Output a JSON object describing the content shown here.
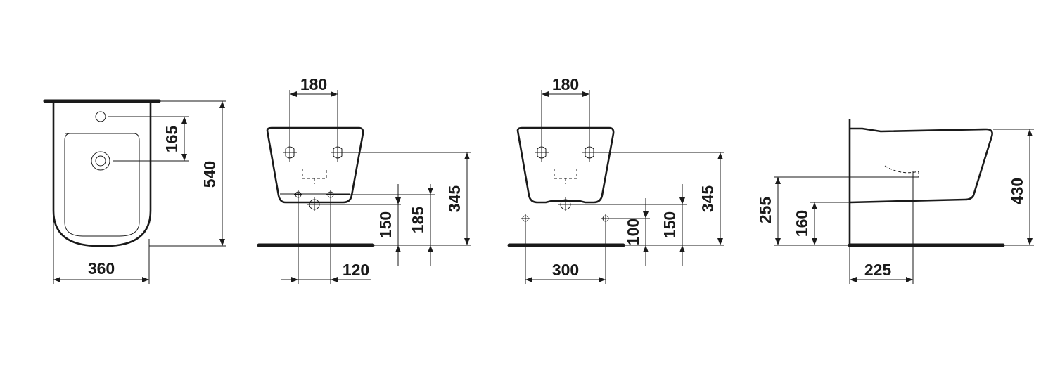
{
  "views": {
    "front": {
      "width": "360",
      "height": "540",
      "tap_hole": "165"
    },
    "top_a": {
      "bolt_spacing": "180",
      "height": "345",
      "outlet_a": "150",
      "outlet_b": "185",
      "offset": "120"
    },
    "top_b": {
      "bolt_spacing": "180",
      "height": "345",
      "outlet_a": "100",
      "outlet_b": "150",
      "spacing": "300"
    },
    "side": {
      "height": "430",
      "outlet_a": "255",
      "outlet_b": "160",
      "depth": "225"
    }
  }
}
